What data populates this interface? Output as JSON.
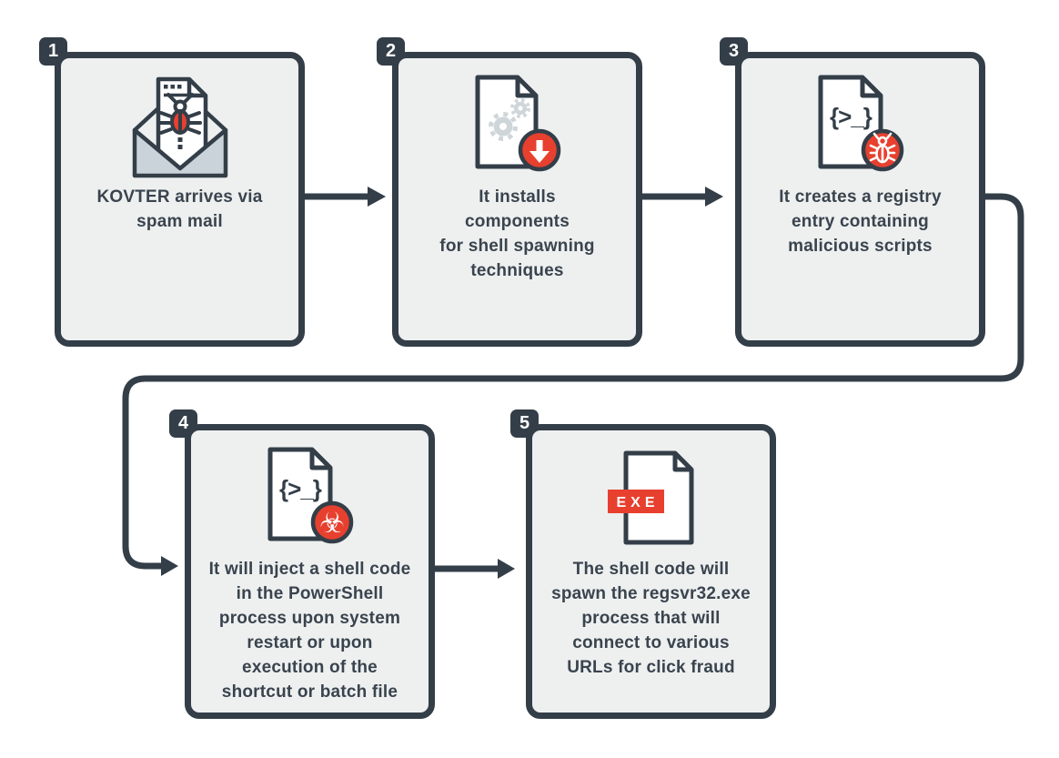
{
  "colors": {
    "dark_slate": "#333e48",
    "box_fill": "#eef0f0",
    "accent_red": "#e8402f",
    "envelope_fill": "#c9d3d9",
    "gear_gray": "#cfd6da",
    "caption_text": "#3a444e"
  },
  "steps": [
    {
      "number": "1",
      "icon": "mail-bug-icon",
      "caption": "KOVTER arrives via\nspam mail"
    },
    {
      "number": "2",
      "icon": "file-download-gears-icon",
      "caption": "It installs\ncomponents\nfor shell spawning\ntechniques"
    },
    {
      "number": "3",
      "icon": "file-code-bug-icon",
      "caption": "It creates a registry\nentry containing\nmalicious scripts"
    },
    {
      "number": "4",
      "icon": "file-code-biohazard-icon",
      "caption": "It will inject a shell code\nin the PowerShell\nprocess upon system\nrestart or upon\nexecution of the\nshortcut or batch file"
    },
    {
      "number": "5",
      "icon": "file-exe-icon",
      "caption": "The shell code will\nspawn the regsvr32.exe\nprocess that will\nconnect to various\nURLs for click fraud"
    }
  ],
  "glyphs": {
    "code": "{>_}",
    "exe": "EXE",
    "biohazard": "☣"
  }
}
